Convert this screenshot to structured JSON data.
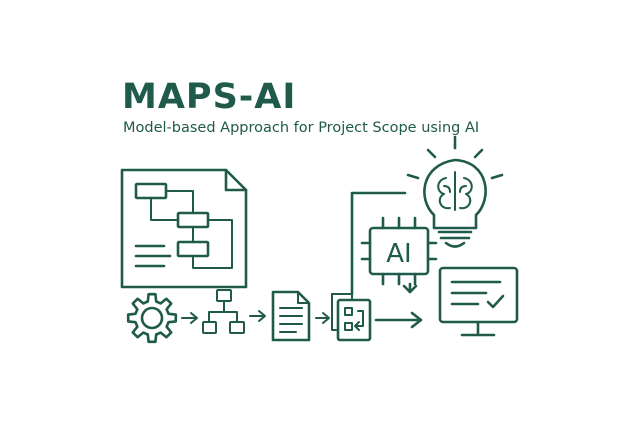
{
  "header": {
    "title": "MAPS-AI",
    "subtitle": "Model-based Approach for Project Scope using AI"
  },
  "chip": {
    "label": "AI"
  },
  "icons": [
    "flowchart-document-icon",
    "gear-icon",
    "hierarchy-icon",
    "document-icon",
    "stacked-documents-icon",
    "ai-chip-icon",
    "brain-lightbulb-icon",
    "monitor-checklist-icon"
  ],
  "colors": {
    "primary": "#1f5a4a",
    "background": "#ffffff"
  }
}
